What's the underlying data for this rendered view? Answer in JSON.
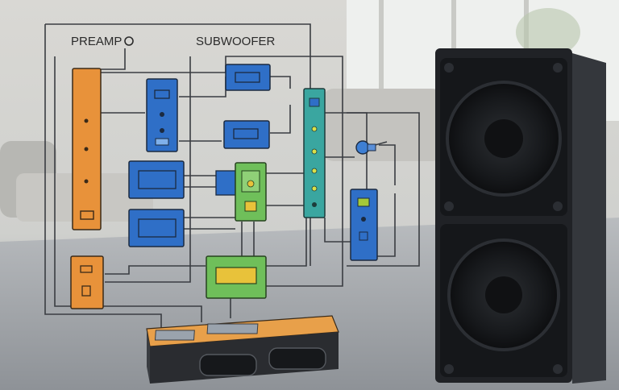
{
  "labels": {
    "preamp": "PREAMP",
    "subwoofer": "SUBWOOFER"
  },
  "colors": {
    "orange": "#e8923a",
    "blue": "#2f6fc7",
    "teal": "#3aa6a0",
    "green": "#6fbf5a",
    "wire": "#3a3d42",
    "speaker": "#1b1d20"
  },
  "icons": [
    "speaker-cabinet",
    "amplifier-unit",
    "cable-connector"
  ]
}
